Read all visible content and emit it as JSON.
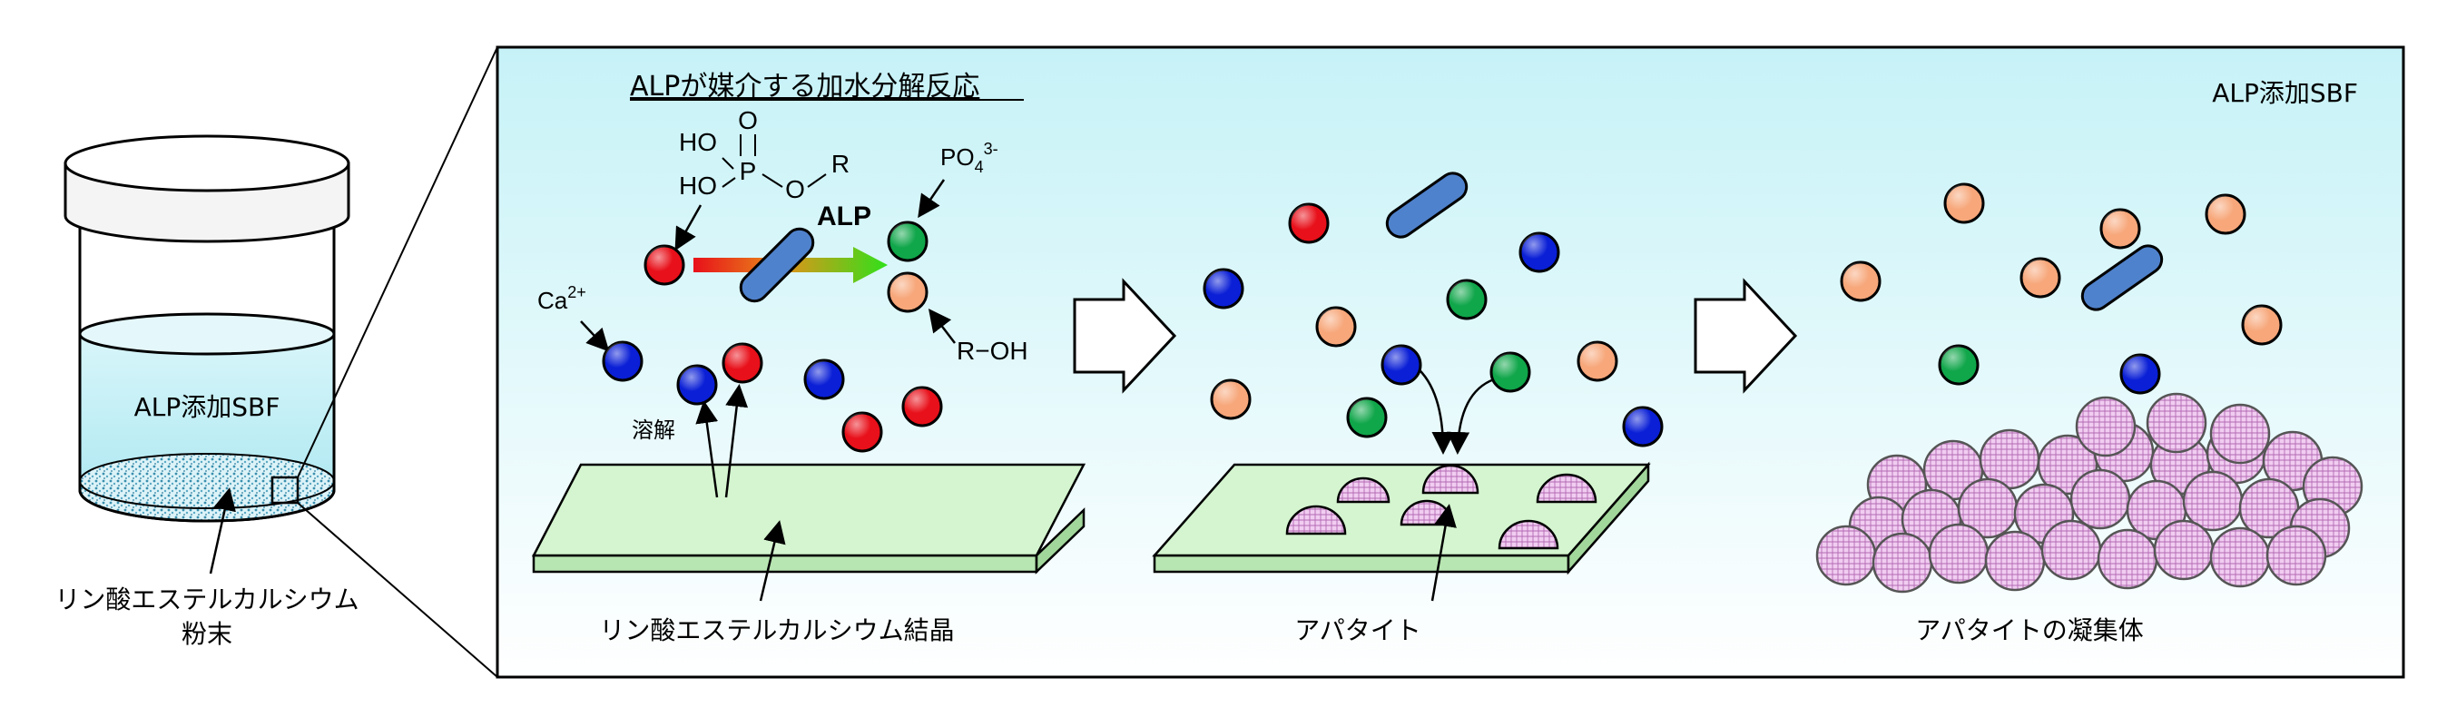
{
  "jar": {
    "liquid_label": "ALP添加SBF",
    "powder_label_line1": "リン酸エステルカルシウム",
    "powder_label_line2": "粉末"
  },
  "panel": {
    "title": "ALPが媒介する加水分解反応",
    "corner_label": "ALP添加SBF",
    "stage1_label": "リン酸エステルカルシウム結晶",
    "stage2_label": "アパタイト",
    "stage3_label": "アパタイトの凝集体"
  },
  "reaction": {
    "ho_upper": "HO",
    "ho_lower": "HO",
    "p": "P",
    "o_top": "O",
    "o_ester": "O",
    "r": "R",
    "enzyme": "ALP",
    "phosphate": "PO",
    "phosphate_sub": "4",
    "phosphate_sup": "3-",
    "alcohol": "R−OH",
    "calcium": "Ca",
    "calcium_sup": "2+",
    "dissolve": "溶解"
  },
  "colors": {
    "panel_gradient_top": "#c6f2f7",
    "panel_gradient_bottom": "#ffffff",
    "calcium_ion": "#0a1fd6",
    "phosphate_ester": "#e8101a",
    "phosphate_ion": "#10a64a",
    "alcohol": "#f7a77a",
    "enzyme": "#4f82cc",
    "crystal": "#d4f5cf",
    "apatite": "#e8b6e8",
    "liquid": "#bdeef5",
    "powder": "#6ab0c9"
  }
}
